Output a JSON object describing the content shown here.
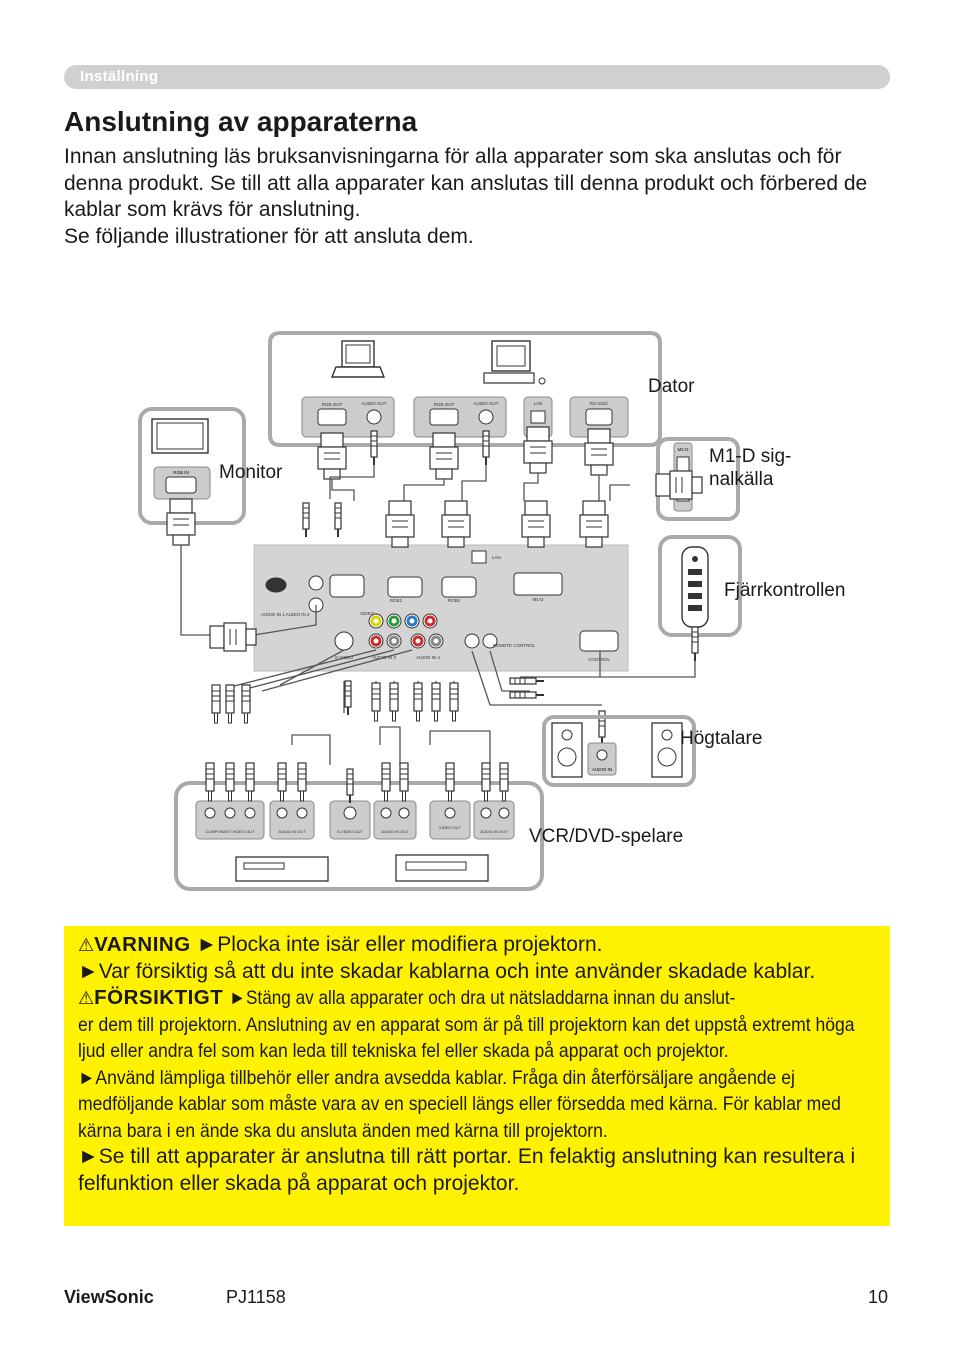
{
  "section": "Inställning",
  "title": "Anslutning av apparaterna",
  "intro": "Innan anslutning läs bruksanvisningarna för alla apparater som ska anslutas och för denna produkt. Se till att alla apparater kan anslutas till denna produkt och förbered de kablar som krävs för anslutning.",
  "intro2": "Se följande illustrationer för att ansluta dem.",
  "diagram": {
    "labels": {
      "dator": "Dator",
      "monitor": "Monitor",
      "m1d": "M1-D sig-\nnalkälla",
      "remote": "Fjärrkontrollen",
      "speakers": "Högtalare",
      "vcr": "VCR/DVD-spelare"
    },
    "ports": {
      "rgb_out": "RGB OUT",
      "audio_out": "AUDIO OUT",
      "lan": "LAN",
      "rs232c": "RS-232C",
      "rgb_in": "RGB IN",
      "m1d": "M1-D",
      "rgb1": "RGB1",
      "rgb2": "RGB2",
      "audio_in12": "AUDIO IN 1\nAUDIO IN 2",
      "svideo": "S-VIDEO",
      "video": "VIDEO",
      "audio_in3": "AUDIO IN 3",
      "audio_in4": "AUDIO IN 4",
      "remote_control": "REMOTE CONTROL",
      "control": "CONTROL",
      "audio_in": "AUDIO IN",
      "component_out": "COMPONENT VIDEO OUT",
      "audio_in_out": "AUDIO IN OUT",
      "svideo_out": "S-VIDEO OUT",
      "video_out": "VIDEO OUT"
    }
  },
  "warning": {
    "icon": "warning-triangle-icon",
    "varning_label": "VARNING",
    "varning_text": "►Plocka inte isär eller modifiera projektorn.",
    "varning_text2": "►Var försiktig så att du inte skadar kablarna och inte använder skadade kablar.",
    "forsiktigt_label": "FÖRSIKTIGT",
    "forsiktigt_text": "►Stäng av alla apparater och dra ut nätsladdarna innan du anslut-",
    "para1": "er dem till projektorn. Anslutning av en apparat som är på till projektorn kan det uppstå extremt höga ljud eller andra fel som kan leda till tekniska fel eller skada på apparat och projektor.",
    "para2": "►Använd lämpliga tillbehör eller andra avsedda kablar. Fråga din återförsäljare angående ej medföljande kablar som måste vara av en speciell längs eller försedda med kärna. För kablar med kärna bara i en ände ska du ansluta änden med kärna till projektorn.",
    "para3": "►Se till att apparater är anslutna till rätt portar. En felaktig anslutning kan resultera i felfunktion eller skada på apparat och projektor."
  },
  "footer": {
    "brand": "ViewSonic",
    "model": "PJ1158",
    "page": "10"
  }
}
